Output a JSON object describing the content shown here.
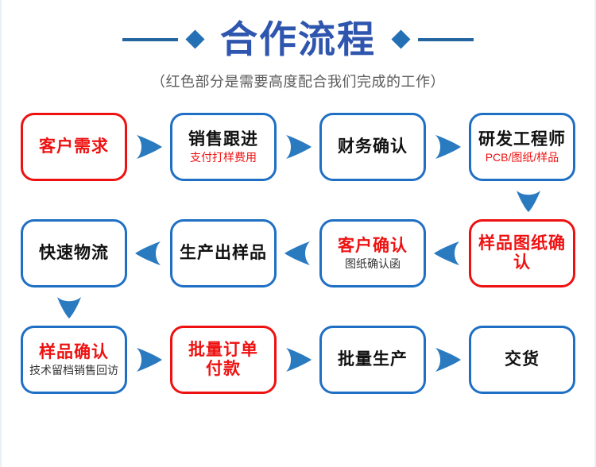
{
  "header": {
    "title": "合作流程",
    "subtitle": "（红色部分是需要高度配合我们完成的工作）",
    "left_diamond": "diamond",
    "right_diamond": "diamond"
  },
  "colors": {
    "blue_border": "#1f6fc4",
    "red_border": "#ee1111",
    "arrow_blue": "#2a7ac0",
    "title_blue": "#2f56ae",
    "deco_blue": "#24659f",
    "subtitle_gray": "#5b5b5b"
  },
  "flow": {
    "rows": [
      {
        "direction": "right",
        "nodes": [
          {
            "title": "客户需求",
            "subtitle": "",
            "border": "red",
            "title_color": "red",
            "subtitle_color": ""
          },
          {
            "title": "销售跟进",
            "subtitle": "支付打样费用",
            "border": "blue",
            "title_color": "black",
            "subtitle_color": "red"
          },
          {
            "title": "财务确认",
            "subtitle": "",
            "border": "blue",
            "title_color": "black",
            "subtitle_color": ""
          },
          {
            "title": "研发工程师",
            "subtitle": "PCB/图纸/样品",
            "border": "blue",
            "title_color": "black",
            "subtitle_color": "red"
          }
        ]
      },
      {
        "direction": "left",
        "nodes": [
          {
            "title": "快速物流",
            "subtitle": "",
            "border": "blue",
            "title_color": "black",
            "subtitle_color": ""
          },
          {
            "title": "生产出样品",
            "subtitle": "",
            "border": "blue",
            "title_color": "black",
            "subtitle_color": ""
          },
          {
            "title": "客户确认",
            "subtitle": "图纸确认函",
            "border": "blue",
            "title_color": "red",
            "subtitle_color": "black"
          },
          {
            "title": "样品图纸确认",
            "subtitle": "",
            "border": "red",
            "title_color": "red",
            "subtitle_color": ""
          }
        ]
      },
      {
        "direction": "right",
        "nodes": [
          {
            "title": "样品确认",
            "subtitle": "技术留档销售回访",
            "border": "blue",
            "title_color": "red",
            "subtitle_color": "black"
          },
          {
            "title": "批量订单付款",
            "subtitle": "",
            "border": "red",
            "title_color": "red",
            "subtitle_color": ""
          },
          {
            "title": "批量生产",
            "subtitle": "",
            "border": "blue",
            "title_color": "black",
            "subtitle_color": ""
          },
          {
            "title": "交货",
            "subtitle": "",
            "border": "blue",
            "title_color": "black",
            "subtitle_color": ""
          }
        ]
      }
    ],
    "connector_down_right": "down-arrow",
    "connector_down_left": "down-arrow"
  }
}
